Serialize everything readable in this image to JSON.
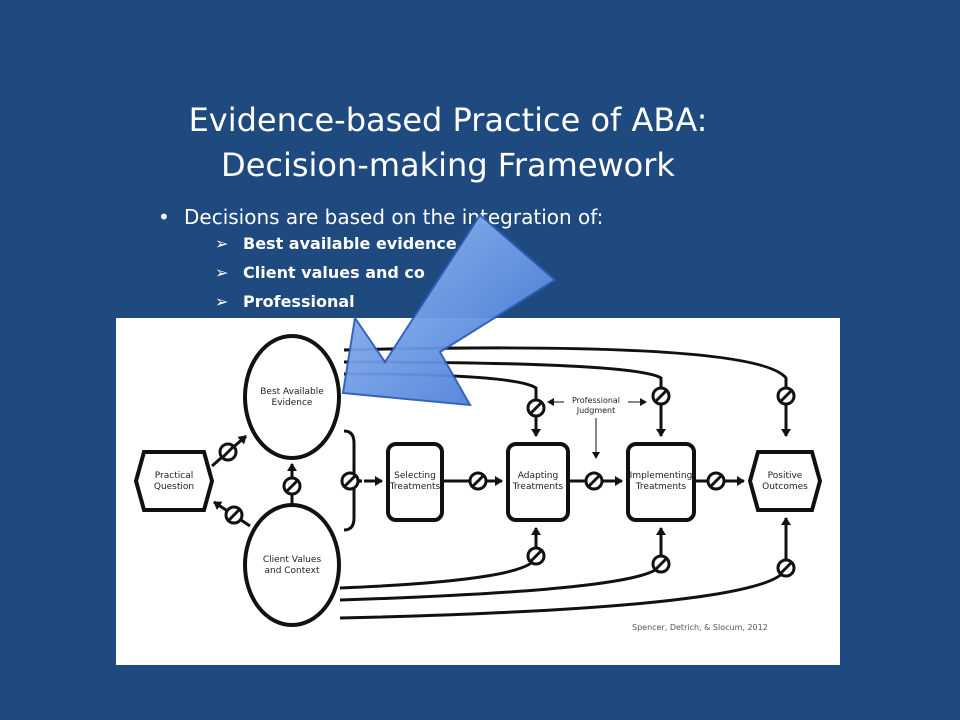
{
  "slide": {
    "title_line1": "Evidence-based Practice of ABA:",
    "title_line2": "Decision-making Framework",
    "bullet": "Decisions are based on the integration of:",
    "sub_bullets": [
      "Best available evidence",
      "Client values and co",
      "Professional"
    ]
  },
  "diagram": {
    "nodes": {
      "practical_question": [
        "Practical",
        "Question"
      ],
      "best_evidence": [
        "Best Available",
        "Evidence"
      ],
      "client_values": [
        "Client Values",
        "and Context"
      ],
      "selecting": [
        "Selecting",
        "Treatments"
      ],
      "adapting": [
        "Adapting",
        "Treatments"
      ],
      "implementing": [
        "Implementing",
        "Treatments"
      ],
      "positive_outcomes": [
        "Positive",
        "Outcomes"
      ]
    },
    "professional_judgment": [
      "Professional",
      "Judgment"
    ],
    "citation": "Spencer, Detrich, & Slocum, 2012"
  },
  "colors": {
    "background": "#1e4a7f",
    "arrow_callout": "#5b8fe0",
    "diagram_ink": "#111111"
  },
  "icons": {
    "bullet": "bullet-dot-icon",
    "sub_bullet": "arrow-check-icon",
    "gate": "slashed-circle-icon"
  }
}
